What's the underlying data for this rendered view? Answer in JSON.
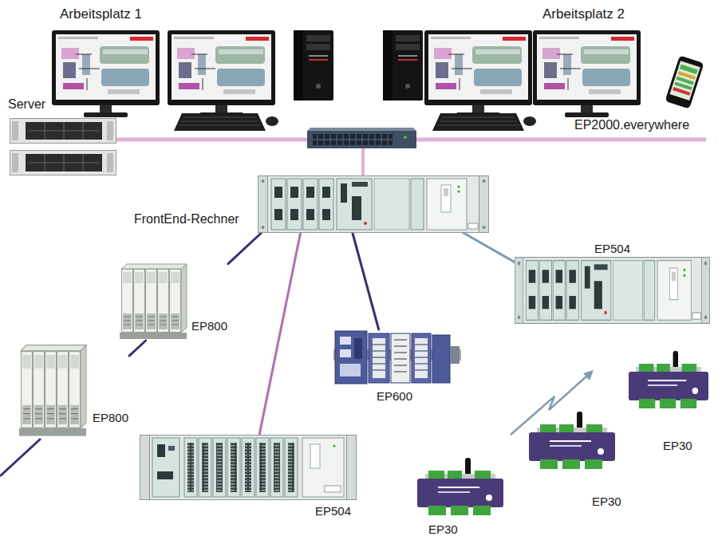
{
  "diagram": {
    "nodes": [
      {
        "text": [
          "Arbeitsplatz 1"
        ]
      },
      {
        "text": [
          "Arbeitsplatz 2"
        ]
      },
      {
        "text": [
          "Server"
        ]
      },
      {
        "text": [
          "EP2000.everywhere"
        ]
      },
      {
        "text": [
          "FrontEnd-Rechner"
        ]
      },
      {
        "text": [
          "EP504"
        ]
      },
      {
        "text": [
          "EP800"
        ]
      },
      {
        "text": [
          "EP800"
        ]
      },
      {
        "text": [
          "EP600"
        ]
      },
      {
        "text": [
          "EP504"
        ]
      },
      {
        "text": [
          "EP30"
        ]
      },
      {
        "text": [
          "EP30"
        ]
      },
      {
        "text": [
          "EP30"
        ]
      }
    ],
    "edges": [
      {
        "from": 4,
        "to": 6,
        "arrow": "none"
      },
      {
        "from": 6,
        "to": 7,
        "arrow": "none"
      },
      {
        "from": 4,
        "to": 9,
        "arrow": "none"
      },
      {
        "from": 4,
        "to": 8,
        "arrow": "none"
      },
      {
        "from": 4,
        "to": 5,
        "arrow": "none"
      }
    ]
  }
}
